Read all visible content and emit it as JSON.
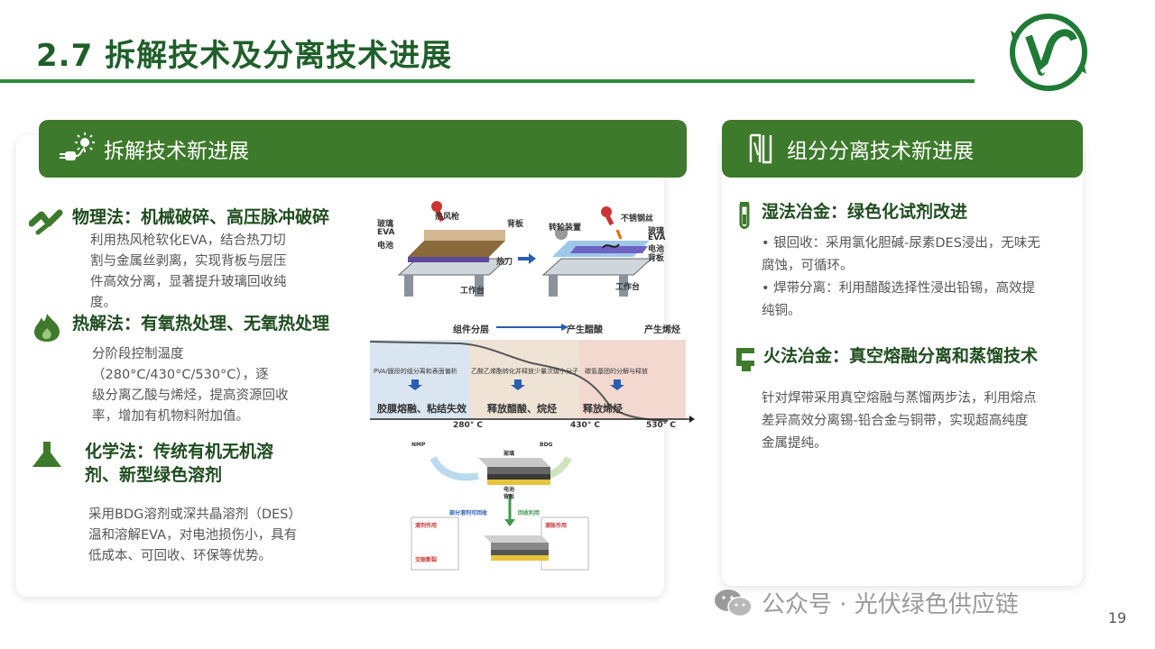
{
  "header": {
    "title": "2.7  拆解技术及分离技术进展"
  },
  "colors": {
    "primary_green": "#3d7a2b",
    "title_green": "#1f5f2a",
    "rule_green": "#2e8b3a",
    "text_gray": "#555555"
  },
  "left": {
    "heading": "拆解技术新进展",
    "methods": [
      {
        "title": "物理法：机械破碎、高压脉冲破碎",
        "desc": [
          "利用热风枪软化EVA，结合热刀切",
          "割与金属丝剥离，实现背板与层压",
          "件高效分离，显著提升玻璃回收纯",
          "度。"
        ],
        "icon": "zigzag-icon"
      },
      {
        "title": "热解法：有氧热处理、无氧热处理",
        "desc": [
          "分阶段控制温度",
          "（280°C/430°C/530°C），逐",
          "级分离乙酸与烯烃，提高资源回收",
          "率，增加有机物料附加值。"
        ],
        "icon": "flame-icon"
      },
      {
        "title": [
          "化学法：传统有机无机溶",
          "剂、新型绿色溶剂"
        ],
        "desc": [
          "采用BDG溶剂或深共晶溶剂（DES）",
          "温和溶解EVA，对电池损伤小，具有",
          "低成本、可回收、环保等优势。"
        ],
        "icon": "flask-icon"
      }
    ],
    "figure_physical": {
      "labels": [
        "热风枪",
        "玻璃",
        "EVA",
        "电池",
        "背板",
        "热刀",
        "工作台",
        "转轮装置",
        "不锈钢丝",
        "玻璃",
        "EVA",
        "电池",
        "背板",
        "工作台"
      ]
    },
    "figure_pyrolysis": {
      "stages": [
        "组件分层",
        "产生醋酸",
        "产生烯烃"
      ],
      "notes": [
        "PVA/膜段的组分离和表面偏析",
        "乙酸乙烯酯转化并释放少量次级小分子",
        "碳氢基团的分解与释放"
      ],
      "results": [
        "胶膜熔融、粘结失效",
        "释放醋酸、烷烃",
        "释放烯烃"
      ],
      "temps": [
        "280° C",
        "430° C",
        "530° C"
      ]
    },
    "figure_chemical": {
      "labels": [
        "NMP",
        "BDG",
        "玻璃",
        "电池",
        "背板",
        "溶剂作用",
        "交联断裂",
        "溶胀作用",
        "部分溶剂可回收",
        "回收利用"
      ]
    }
  },
  "right": {
    "heading": "组分分离技术新进展",
    "wet": {
      "title": "湿法冶金：绿色化试剂改进",
      "bullets": [
        "• 银回收：采用氯化胆碱-尿素DES浸出，无味无",
        "腐蚀，可循环。",
        "• 焊带分离：利用醋酸选择性浸出铅锡，高效提",
        "纯铜。"
      ]
    },
    "fire": {
      "title": "火法冶金：真空熔融分离和蒸馏技术",
      "desc": [
        "针对焊带采用真空熔融与蒸馏两步法，利用熔点",
        "差异高效分离锡-铅合金与铜带，实现超高纯度",
        "金属提纯。"
      ]
    }
  },
  "footer": {
    "account": "公众号 · 光伏绿色供应链",
    "page": "19"
  }
}
